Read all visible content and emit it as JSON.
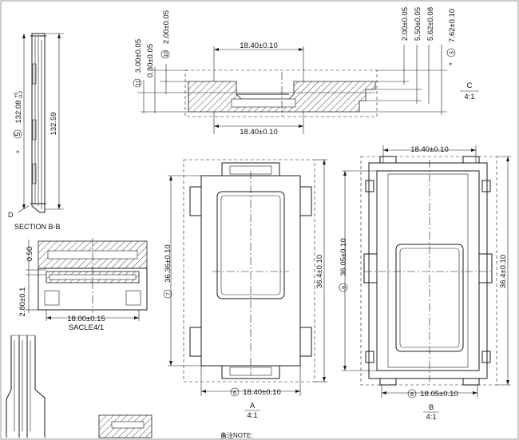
{
  "section_bb": {
    "label": "SECTION B-B",
    "dim_total": "132.59",
    "dim_balloon": "5",
    "dim_star_value": "132.08",
    "dim_tol_upper": "+0",
    "dim_tol_lower": "-0.2",
    "marker": "D",
    "star": "*"
  },
  "section_c": {
    "top_width": "18.40±0.10",
    "bottom_width": "18.40±0.10",
    "dims_left": [
      {
        "balloon": "11",
        "value": "3.00±0.05"
      },
      {
        "value": "0.30±0.05"
      },
      {
        "balloon": "10",
        "value": "2.00±0.05"
      }
    ],
    "dims_right": [
      {
        "value": "2.00±0.05"
      },
      {
        "value": "5.50±0.05"
      },
      {
        "value": "5.62±0.08"
      },
      {
        "balloon": "3",
        "value": "7.62±0.10",
        "star": "*"
      }
    ],
    "view_label": "C",
    "view_scale": "4:1"
  },
  "small_section": {
    "dim_top": "0.50",
    "dim_left": "2.80±0.1",
    "dim_width": "18.00±0.15",
    "scale_note": "SACLE4/1"
  },
  "view_a": {
    "dim_height": "36.36±0.10",
    "dim_height_balloon": "7",
    "dim_right": "36.4±0.10",
    "dim_width": "18.40±0.10",
    "dim_width_balloon": "6",
    "label": "A",
    "scale": "4:1"
  },
  "view_b": {
    "dim_top": "18.40±0.10",
    "dim_height": "36.05±0.10",
    "dim_height_balloon": "9",
    "dim_right": "36.4±0.10",
    "dim_width": "18.05±0.10",
    "dim_width_balloon": "8",
    "label": "B",
    "scale": "4:1"
  },
  "note": "备注NOTE:"
}
